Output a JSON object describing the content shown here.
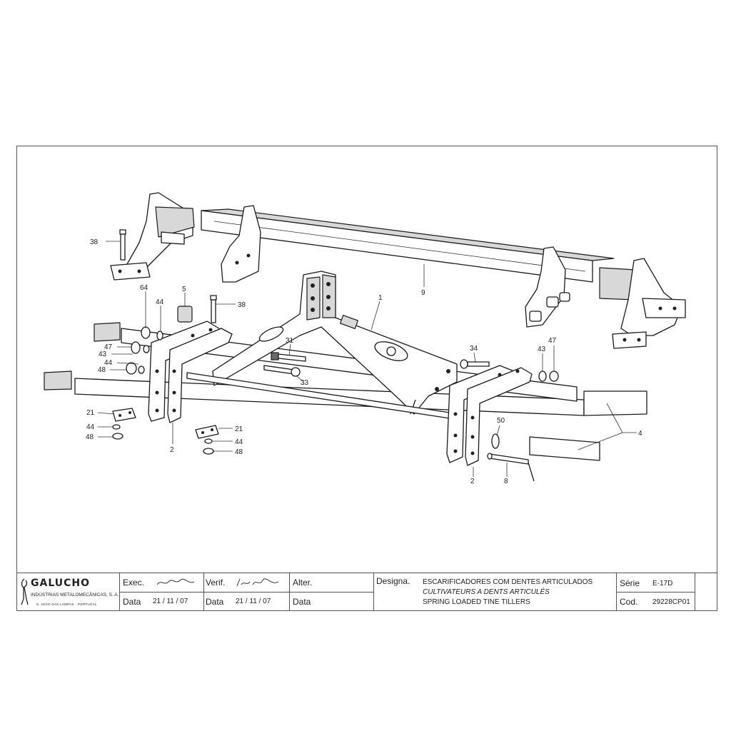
{
  "callouts": {
    "c38a": "38",
    "c9": "9",
    "c64": "64",
    "c44a": "44",
    "c5": "5",
    "c38b": "38",
    "c1": "1",
    "c47a": "47",
    "c43a": "43",
    "c44b": "44",
    "c48a": "48",
    "c31": "31",
    "c33": "33",
    "c34": "34",
    "c43b": "43",
    "c47b": "47",
    "c21a": "21",
    "c44c": "44",
    "c48b": "48",
    "c2a": "2",
    "c21b": "21",
    "c44d": "44",
    "c48c": "48",
    "c50": "50",
    "c4": "4",
    "c2b": "2",
    "c8": "8"
  },
  "titleblock": {
    "company_name": "GALUCHO",
    "company_sub": "INDÚSTRIAS METALOMECÂNICAS, S. A.",
    "company_addr": "S. JOÃO DAS LAMPAS · PORTUGAL",
    "exec_label": "Exec.",
    "verif_label": "Verif.",
    "alter_label": "Alter.",
    "data_label_1": "Data",
    "data_value_1": "21 / 11 / 07",
    "data_label_2": "Data",
    "data_value_2": "21 / 11 / 07",
    "data_label_3": "Data",
    "designa_label": "Designa.",
    "designation_pt": "ESCARIFICADORES COM DENTES ARTICULADOS",
    "designation_fr": "CULTIVATEURS A DENTS ARTICULÉS",
    "designation_en": "SPRING LOADED TINE TILLERS",
    "serie_label": "Série",
    "serie_value": "E-17D",
    "cod_label": "Cod.",
    "cod_value": "29228CP01"
  }
}
